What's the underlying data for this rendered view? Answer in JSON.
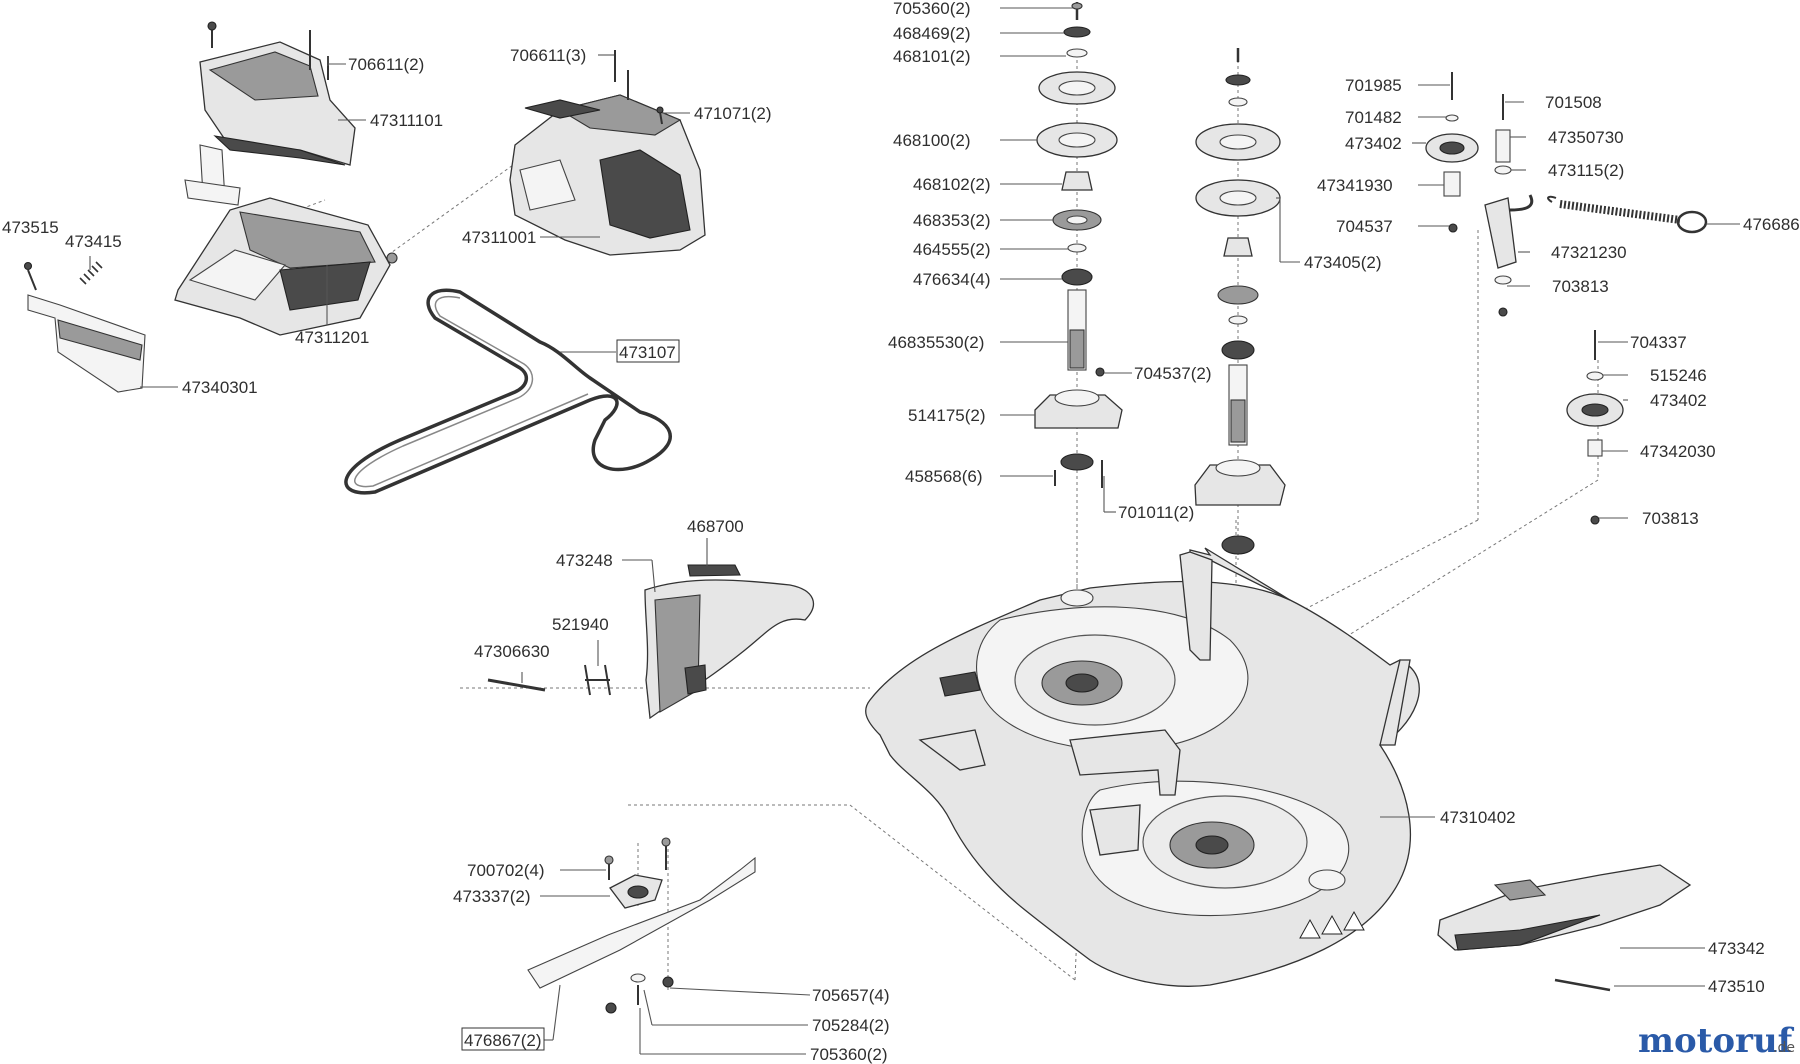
{
  "labels": {
    "l706611_2": "706611(2)",
    "l47311101": "47311101",
    "l706611_3": "706611(3)",
    "l471071_2": "471071(2)",
    "l47311001": "47311001",
    "l473515": "473515",
    "l473415": "473415",
    "l47311201": "47311201",
    "l47340301": "47340301",
    "l473107": "473107",
    "l705360_2_top": "705360(2)",
    "l468469_2": "468469(2)",
    "l468101_2": "468101(2)",
    "l468100_2": "468100(2)",
    "l468102_2": "468102(2)",
    "l468353_2": "468353(2)",
    "l464555_2": "464555(2)",
    "l476634_4": "476634(4)",
    "l46835530_2": "46835530(2)",
    "l704537_2": "704537(2)",
    "l514175_2": "514175(2)",
    "l458568_6": "458568(6)",
    "l701011_2": "701011(2)",
    "l473405_2": "473405(2)",
    "l701985": "701985",
    "l701508": "701508",
    "l701482": "701482",
    "l473402_top": "473402",
    "l47350730": "47350730",
    "l473115_2": "473115(2)",
    "l47341930": "47341930",
    "l704537": "704537",
    "l476686": "476686",
    "l47321230": "47321230",
    "l703813_top": "703813",
    "l704337": "704337",
    "l515246": "515246",
    "l473402_bot": "473402",
    "l47342030": "47342030",
    "l703813_bot": "703813",
    "l468700": "468700",
    "l473248": "473248",
    "l521940": "521940",
    "l47306630": "47306630",
    "l47310402": "47310402",
    "l700702_4": "700702(4)",
    "l473337_2": "473337(2)",
    "l705657_4": "705657(4)",
    "l705284_2": "705284(2)",
    "l476867_2": "476867(2)",
    "l705360_2_bot": "705360(2)",
    "l473342": "473342",
    "l473510": "473510"
  },
  "watermark": {
    "brand": "motoruf",
    "suffix": ".de"
  },
  "colors": {
    "text": "#2f2f2f",
    "leader": "#555555",
    "logo_blue": "#2a5aa8",
    "logo_orange": "#e07a1f",
    "logo_green": "#3c9a3c",
    "logo_red": "#c8322a"
  }
}
